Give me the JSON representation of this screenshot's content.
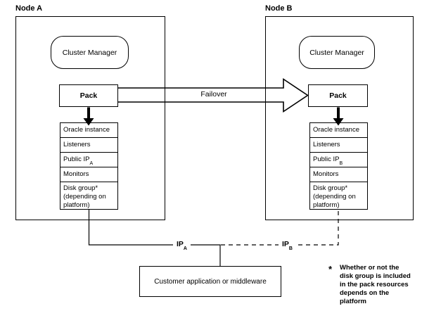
{
  "colors": {
    "ink": "#000000",
    "background": "#ffffff"
  },
  "diagram": {
    "node_a": {
      "title": "Node A",
      "cluster_manager_label": "Cluster Manager",
      "pack_label": "Pack",
      "components": [
        {
          "label": "Oracle instance"
        },
        {
          "label": "Listeners"
        },
        {
          "label": "Public IP",
          "sub": "A"
        },
        {
          "label": "Monitors"
        },
        {
          "line1": "Disk group*",
          "line2": "(depending on",
          "line3": "platform)"
        }
      ]
    },
    "node_b": {
      "title": "Node B",
      "cluster_manager_label": "Cluster Manager",
      "pack_label": "Pack",
      "components": [
        {
          "label": "Oracle instance"
        },
        {
          "label": "Listeners"
        },
        {
          "label": "Public IP",
          "sub": "B"
        },
        {
          "label": "Monitors"
        },
        {
          "line1": "Disk group*",
          "line2": "(depending on",
          "line3": "platform)"
        }
      ]
    },
    "failover_label": "Failover",
    "ip_labels": {
      "a": {
        "text": "IP",
        "sub": "A"
      },
      "b": {
        "text": "IP",
        "sub": "B"
      }
    },
    "customer_label": "Customer application or middleware",
    "footnote": {
      "marker": "*",
      "lines": [
        "Whether or not the",
        "disk group is included",
        "in the pack resources",
        "depends on the",
        "platform"
      ]
    }
  }
}
